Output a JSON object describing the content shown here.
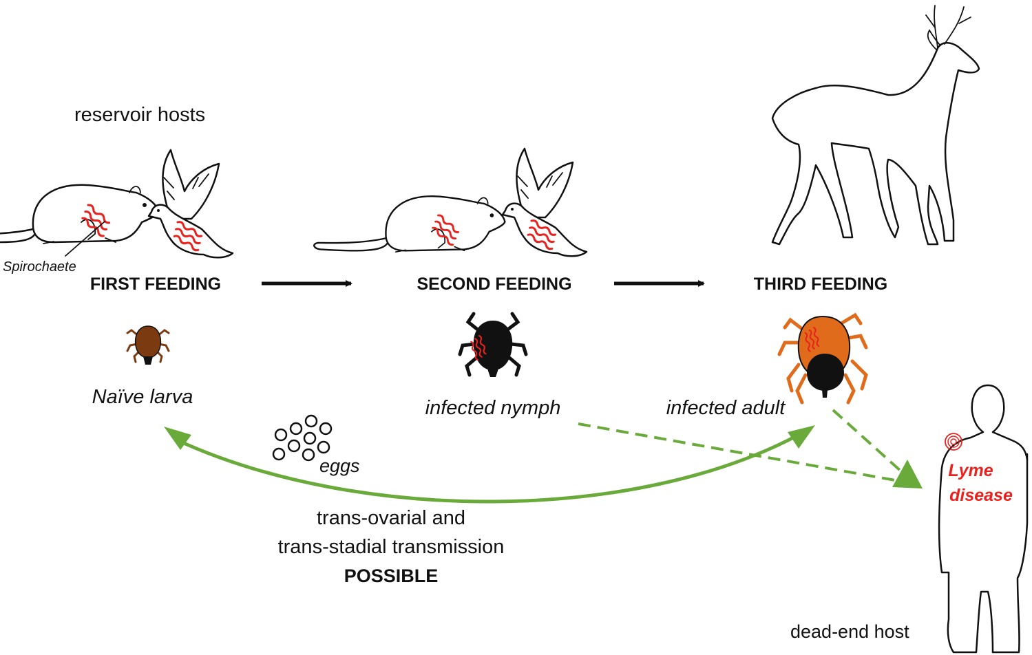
{
  "labels": {
    "reservoir_hosts": "reservoir hosts",
    "spirochaete": "Spirochaete",
    "first_feeding": "FIRST FEEDING",
    "second_feeding": "SECOND FEEDING",
    "third_feeding": "THIRD FEEDING",
    "naive_larva": "Naïve larva",
    "infected_nymph": "infected nymph",
    "infected_adult": "infected adult",
    "eggs": "eggs",
    "transmission_line1": "trans-ovarial and",
    "transmission_line2": "trans-stadial transmission",
    "transmission_line3": "POSSIBLE",
    "lyme_line1": "Lyme",
    "lyme_line2": "disease",
    "dead_end_host": "dead-end host"
  },
  "colors": {
    "green_arrow": "#6aaa3a",
    "spirochaete_red": "#e8231f",
    "larva_brown": "#7b3a10",
    "adult_orange": "#e06c1b",
    "nymph_black": "#111111"
  },
  "icons": [
    "mouse-icon",
    "bird-icon",
    "deer-icon",
    "human-icon",
    "tick-larva-icon",
    "tick-nymph-icon",
    "tick-adult-icon",
    "eggs-icon",
    "rash-icon"
  ]
}
